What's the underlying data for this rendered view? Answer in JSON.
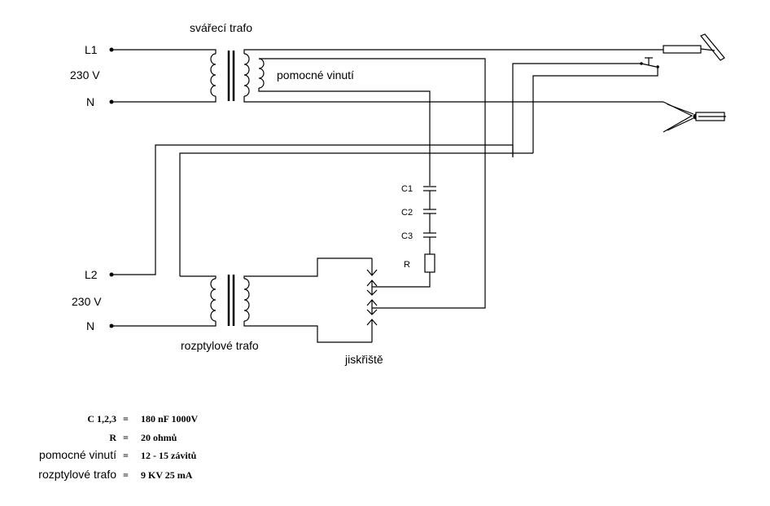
{
  "top": {
    "l1": "L1",
    "voltage": "230 V",
    "n": "N",
    "transformer": "svářecí trafo",
    "aux_winding": "pomocné vinutí"
  },
  "bottom": {
    "l2": "L2",
    "voltage": "230 V",
    "n": "N",
    "transformer": "rozptylové trafo",
    "spark_gap": "jiskřiště"
  },
  "components": {
    "c1": "C1",
    "c2": "C2",
    "c3": "C3",
    "r": "R"
  },
  "legend": [
    {
      "name": "C  1,2,3",
      "eq": "=",
      "value": "180 nF  1000V"
    },
    {
      "name": "R",
      "eq": "=",
      "value": "20 ohmů"
    },
    {
      "name": "pomocné vinutí",
      "eq": "=",
      "value": "12 - 15 závitů"
    },
    {
      "name": "rozptylové trafo",
      "eq": "=",
      "value": "9 KV  25 mA"
    }
  ]
}
